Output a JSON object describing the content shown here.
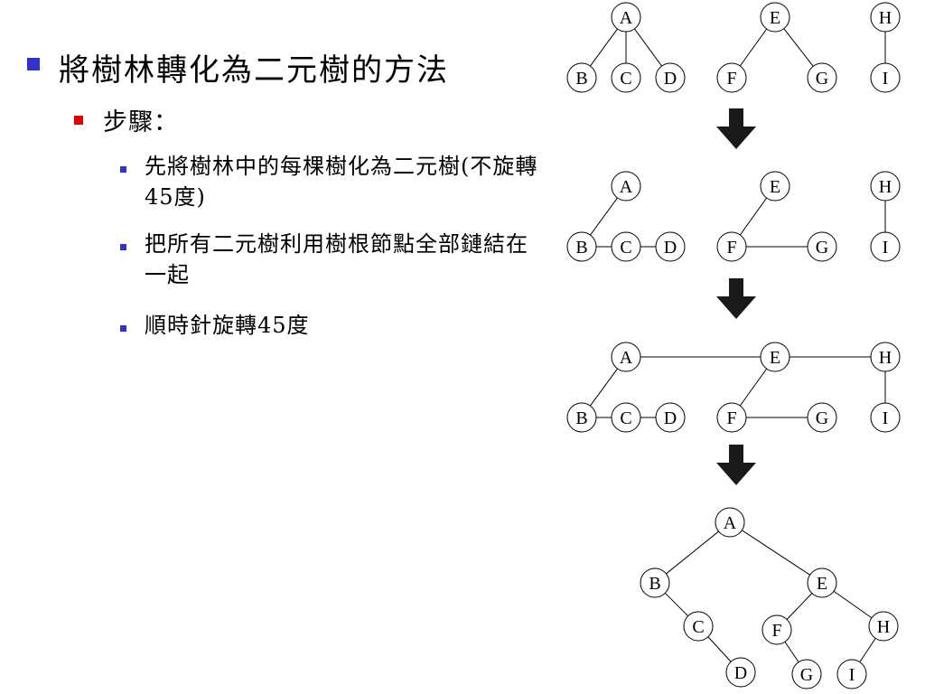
{
  "bullets": {
    "heading": "將樹林轉化為二元樹的方法",
    "subheading": "步驟：",
    "steps": [
      "先將樹林中的每棵樹化為二元樹(不旋轉45度)",
      "把所有二元樹利用樹根節點全部鏈結在一起",
      "順時針旋轉45度"
    ]
  },
  "diagram": {
    "arrow_icon": "down-arrow-icon",
    "node_labels": [
      "A",
      "B",
      "C",
      "D",
      "E",
      "F",
      "G",
      "H",
      "I"
    ],
    "stages": [
      {
        "edges": [
          [
            "A",
            "B"
          ],
          [
            "A",
            "C"
          ],
          [
            "A",
            "D"
          ],
          [
            "E",
            "F"
          ],
          [
            "E",
            "G"
          ],
          [
            "H",
            "I"
          ]
        ]
      },
      {
        "edges": [
          [
            "A",
            "B"
          ],
          [
            "B",
            "C"
          ],
          [
            "C",
            "D"
          ],
          [
            "E",
            "F"
          ],
          [
            "F",
            "G"
          ],
          [
            "H",
            "I"
          ]
        ]
      },
      {
        "edges": [
          [
            "A",
            "B"
          ],
          [
            "B",
            "C"
          ],
          [
            "C",
            "D"
          ],
          [
            "E",
            "F"
          ],
          [
            "F",
            "G"
          ],
          [
            "H",
            "I"
          ],
          [
            "A",
            "E"
          ],
          [
            "E",
            "H"
          ]
        ]
      },
      {
        "edges": [
          [
            "A",
            "B"
          ],
          [
            "A",
            "E"
          ],
          [
            "B",
            "C"
          ],
          [
            "C",
            "D"
          ],
          [
            "E",
            "F"
          ],
          [
            "E",
            "H"
          ],
          [
            "F",
            "G"
          ],
          [
            "H",
            "I"
          ]
        ]
      }
    ]
  }
}
